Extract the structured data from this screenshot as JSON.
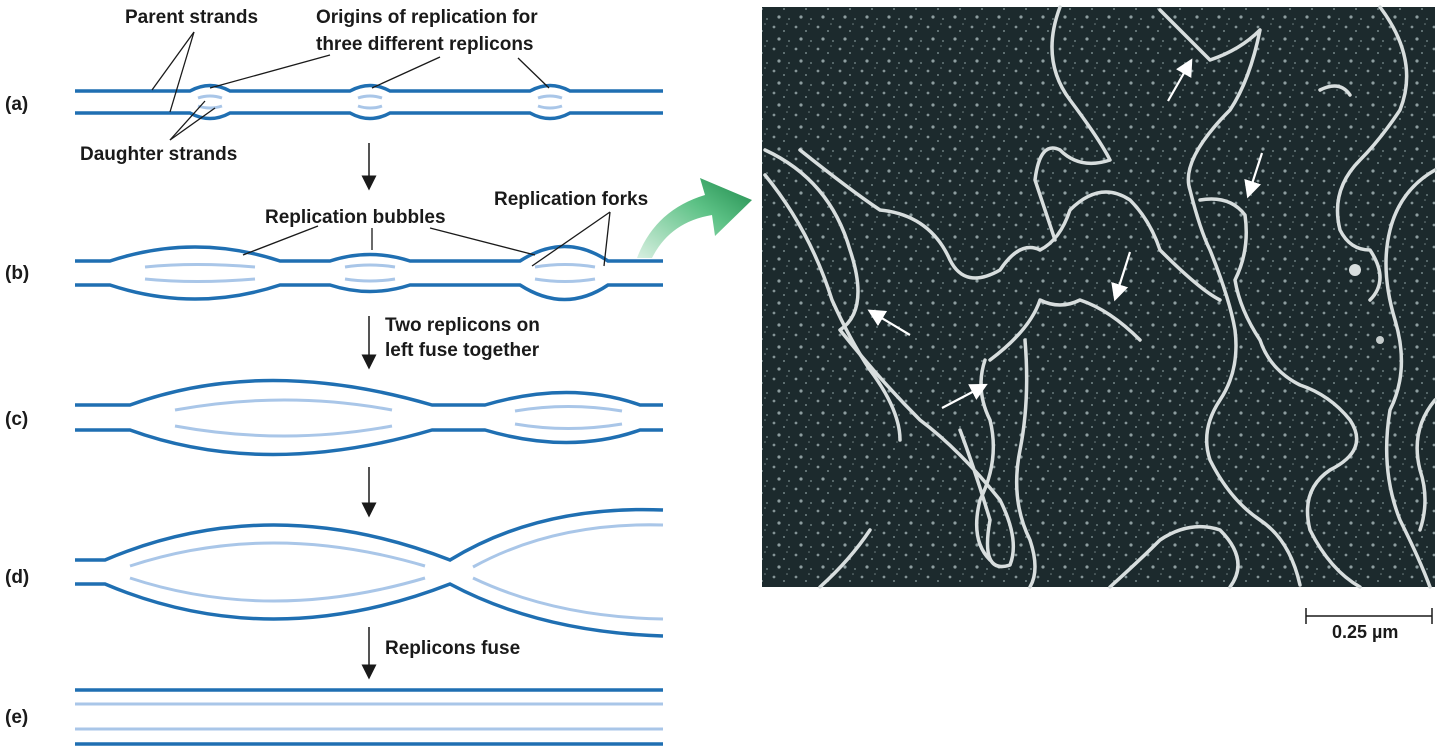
{
  "steps": {
    "a": "(a)",
    "b": "(b)",
    "c": "(c)",
    "d": "(d)",
    "e": "(e)"
  },
  "labels": {
    "parent_strands": "Parent strands",
    "origins_line1": "Origins of replication for",
    "origins_line2": "three different replicons",
    "daughter_strands": "Daughter strands",
    "replication_bubbles": "Replication bubbles",
    "replication_forks": "Replication forks",
    "two_replicons_line1": "Two replicons on",
    "two_replicons_line2": "left fuse together",
    "replicons_fuse": "Replicons fuse"
  },
  "micrograph": {
    "scale_bar_label": "0.25 µm"
  },
  "colors": {
    "parent_strand": "#1f6fb2",
    "daughter_strand": "#a9c6e8",
    "text": "#1a1a1a",
    "micrograph_bg": "#1c2a2d",
    "dna_fiber": "#d8dede",
    "green_arrow": "#2e9a58"
  }
}
